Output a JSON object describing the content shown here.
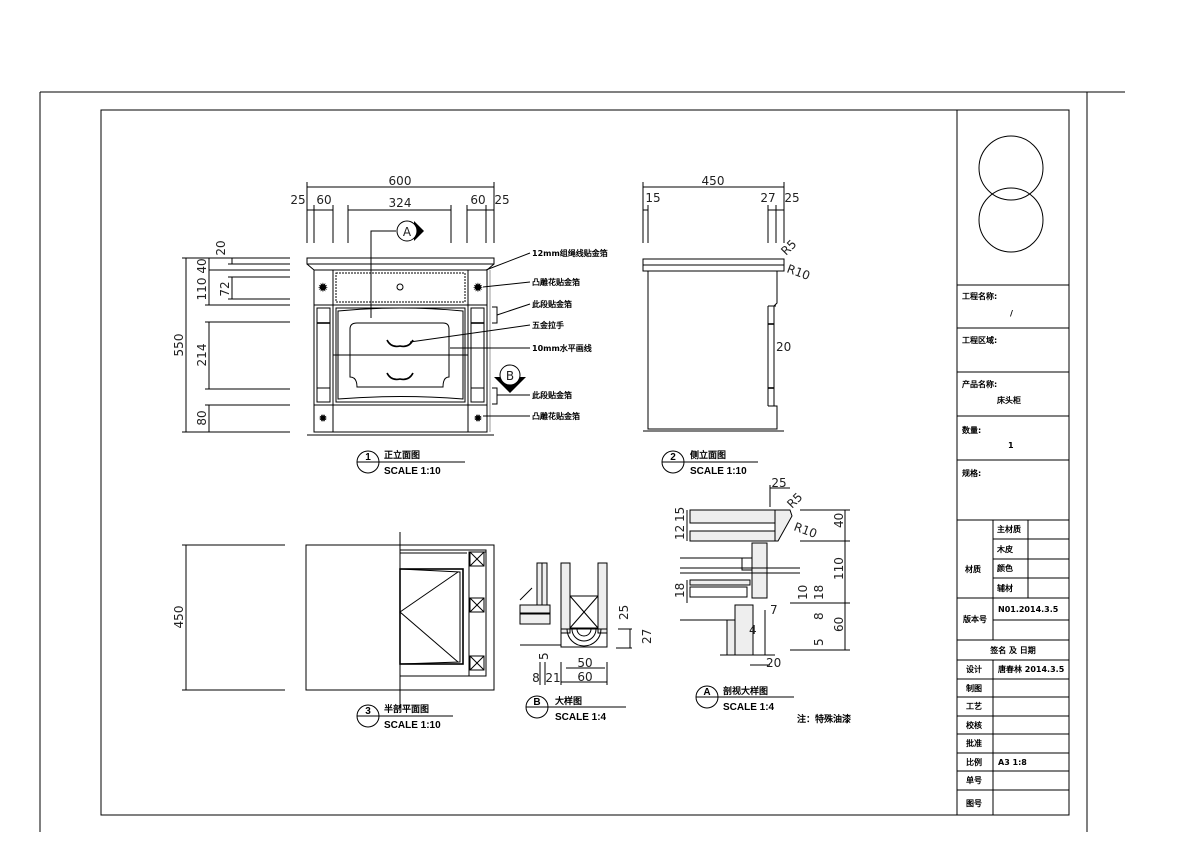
{
  "views": {
    "front": {
      "num": "1",
      "title": "正立面图",
      "scale": "SCALE 1:10",
      "dims": {
        "total_w": "600",
        "l25": "25",
        "l60": "60",
        "mid": "324",
        "r60": "60",
        "r25": "25",
        "total_h": "550",
        "d20": "20",
        "d40": "40",
        "d110": "110",
        "d72": "72",
        "d214": "214",
        "d80": "80"
      },
      "callouts": [
        "12mm组绳线贴金箔",
        "凸雕花贴金箔",
        "此段贴金箔",
        "五金拉手",
        "10mm水平画线",
        "此段贴金箔",
        "凸雕花贴金箔"
      ],
      "section_a": "A",
      "section_b": "B"
    },
    "side": {
      "num": "2",
      "title": "侧立面图",
      "scale": "SCALE 1:10",
      "dims": {
        "total_w": "450",
        "d15": "15",
        "d27": "27",
        "d25": "25",
        "r5": "R5",
        "r10": "R10",
        "d20": "20"
      }
    },
    "plan": {
      "num": "3",
      "title": "半剖平面图",
      "scale": "SCALE 1:10",
      "dims": {
        "depth": "450"
      }
    },
    "detail_b": {
      "num": "B",
      "title": "大样图",
      "scale": "SCALE 1:4",
      "dims": {
        "d5": "5",
        "d8": "8",
        "d21": "21",
        "d50": "50",
        "d60": "60",
        "d25": "25",
        "d27": "27"
      }
    },
    "detail_a": {
      "num": "A",
      "title": "剖视大样图",
      "scale": "SCALE 1:4",
      "dims": {
        "d25": "25",
        "r5": "R5",
        "r10": "R10",
        "d15": "15",
        "d12": "12",
        "d40": "40",
        "d110": "110",
        "d18a": "18",
        "d10": "10",
        "d18b": "18",
        "d8": "8",
        "d60": "60",
        "d5": "5",
        "d7": "7",
        "d4": "4",
        "d20": "20"
      }
    }
  },
  "note": "注：特殊油漆",
  "title_block": {
    "project_name_label": "工程名称:",
    "project_name_value": "/",
    "project_area_label": "工程区域:",
    "product_name_label": "产品名称:",
    "product_name_value": "床头柜",
    "quantity_label": "数量:",
    "quantity_value": "1",
    "spec_label": "规格:",
    "material_label": "材质",
    "materials": [
      "主材质",
      "木皮",
      "颜色",
      "辅材"
    ],
    "version_label": "版本号",
    "version_value": "N01.2014.3.5",
    "sign_header": "签名 及 日期",
    "rows": [
      {
        "label": "设计",
        "value": "唐春林 2014.3.5"
      },
      {
        "label": "制图",
        "value": ""
      },
      {
        "label": "工艺",
        "value": ""
      },
      {
        "label": "校核",
        "value": ""
      },
      {
        "label": "批准",
        "value": ""
      },
      {
        "label": "比例",
        "value": "A3 1:8"
      },
      {
        "label": "单号",
        "value": ""
      },
      {
        "label": "图号",
        "value": ""
      }
    ]
  }
}
